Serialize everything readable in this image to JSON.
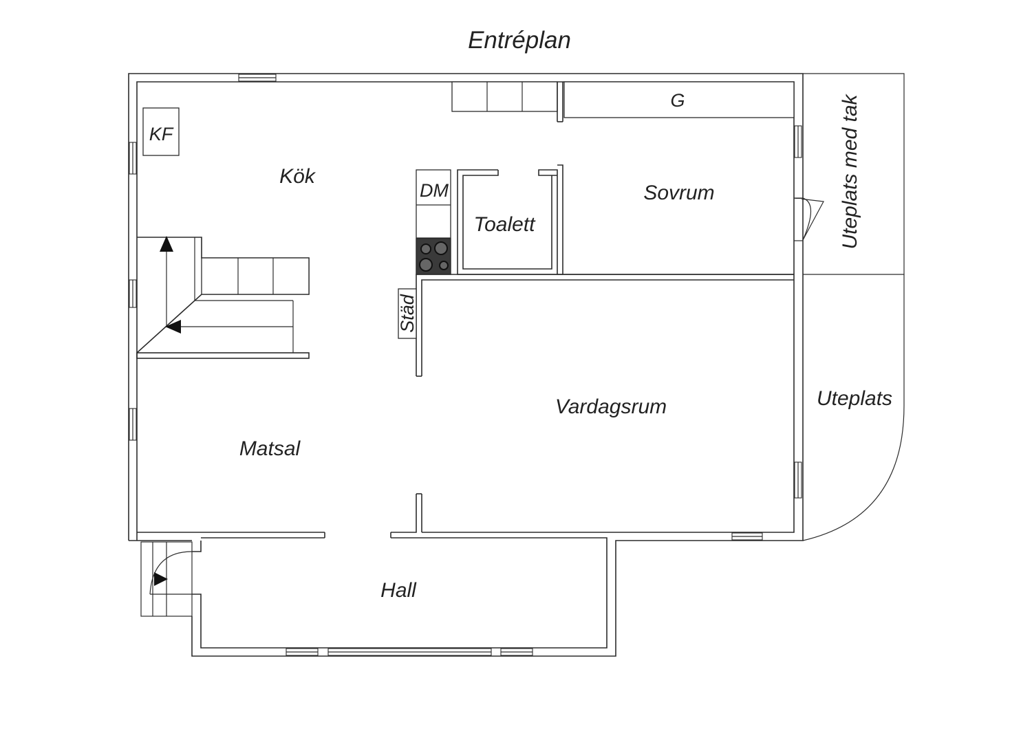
{
  "title": "Entréplan",
  "rooms": {
    "kok": "Kök",
    "kf": "KF",
    "dm": "DM",
    "g": "G",
    "toalett": "Toalett",
    "sovrum": "Sovrum",
    "stad": "Städ",
    "matsal": "Matsal",
    "vardagsrum": "Vardagsrum",
    "hall": "Hall",
    "uteplats_med_tak": "Uteplats med tak",
    "uteplats": "Uteplats"
  }
}
